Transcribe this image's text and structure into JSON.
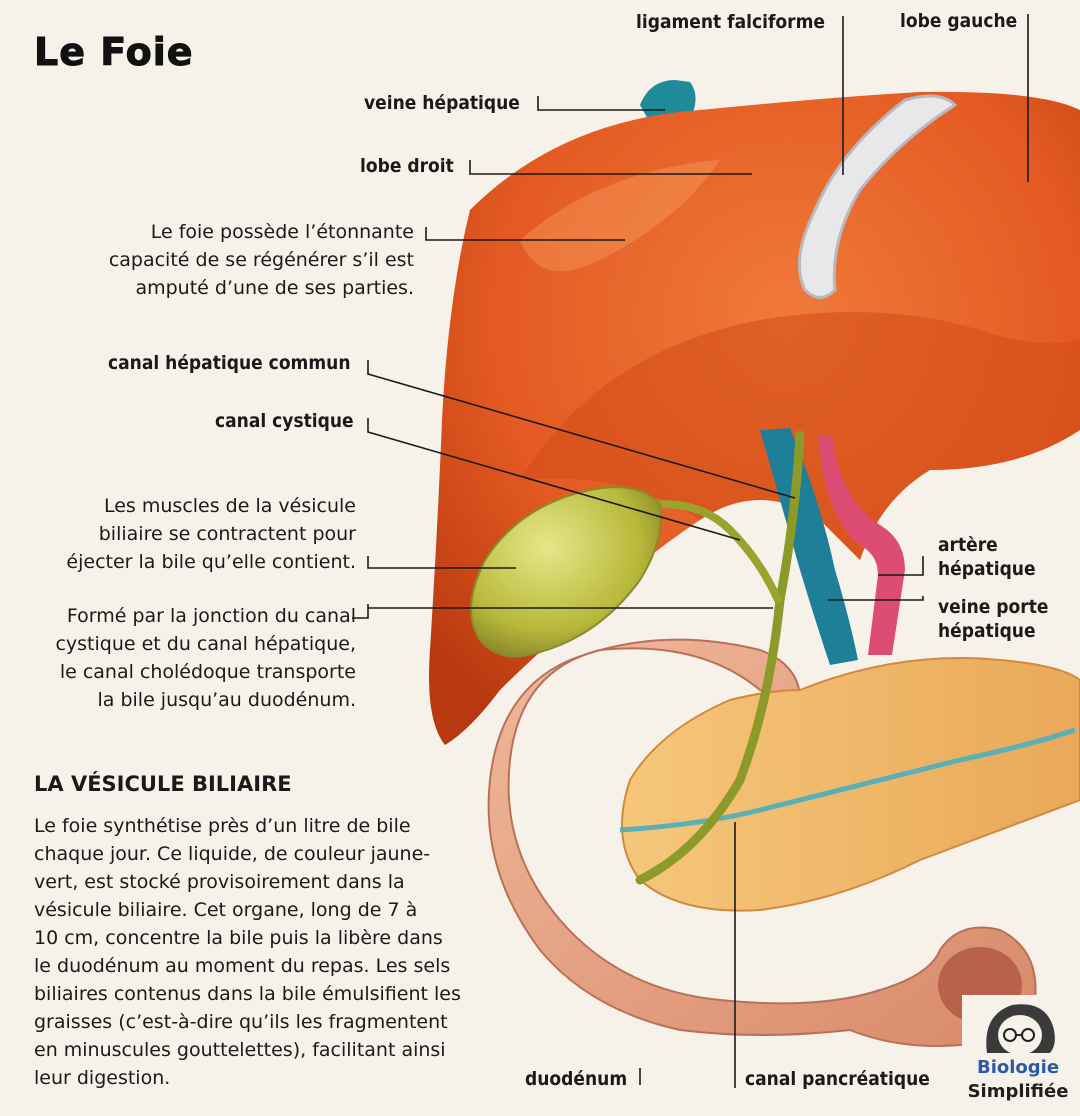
{
  "title": "Le Foie",
  "labels": {
    "ligament": "ligament falciforme",
    "lobe_gauche": "lobe gauche",
    "veine_hepatique": "veine hépatique",
    "lobe_droit": "lobe droit",
    "foie_note": [
      "Le foie possède l’étonnante",
      "capacité de se régénérer s’il est",
      "amputé d’une de ses parties."
    ],
    "canal_hepatique": "canal hépatique commun",
    "canal_cystique": "canal cystique",
    "vesicule_note": [
      "Les muscles de la vésicule",
      "biliaire se contractent pour",
      "éjecter la bile qu’elle contient."
    ],
    "choledoque_note": [
      "Formé par la jonction du canal",
      "cystique et du canal hépatique,",
      "le canal cholédoque transporte",
      "la bile jusqu’au duodénum."
    ],
    "artere": [
      "artère",
      "hépatique"
    ],
    "veine_porte": [
      "veine porte",
      "hépatique"
    ],
    "duodenum": "duodénum",
    "canal_pancreatique": "canal pancréatique"
  },
  "section": {
    "title": "LA VÉSICULE BILIAIRE",
    "lines": [
      "Le foie synthétise près d’un litre de bile",
      "chaque jour. Ce liquide, de couleur jaune-",
      "vert, est stocké provisoirement dans la",
      "vésicule biliaire. Cet organe, long de 7 à",
      "10 cm, concentre la bile puis la libère dans",
      "le duodénum au moment du repas. Les sels",
      "biliaires contenus dans la bile émulsifient les",
      "graisses (c’est-à-dire qu’ils les fragmentent",
      "en minuscules gouttelettes), facilitant ainsi",
      "leur digestion."
    ]
  },
  "logo": {
    "line1": "Biologie",
    "line2": "Simplifiée"
  },
  "colors": {
    "liver": "#e85a24",
    "gallbladder": "#c9c94a",
    "vein": "#1f8aa0",
    "artery": "#d8406a",
    "pancreas": "#f2b766",
    "duodenum": "#e8a383"
  }
}
